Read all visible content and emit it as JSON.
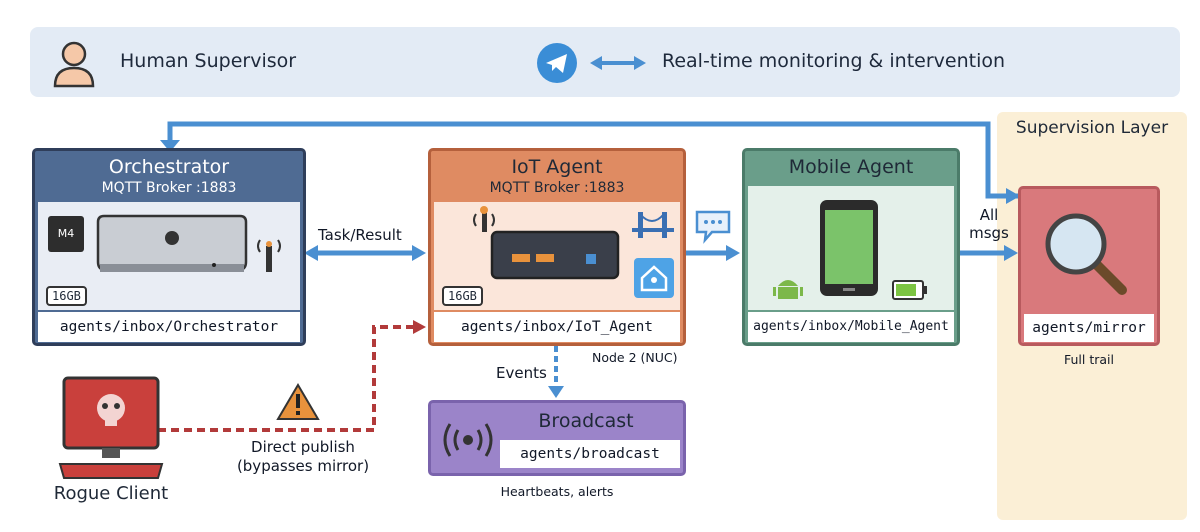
{
  "supervisor": {
    "label": "Human Supervisor",
    "channel_label": "Real-time monitoring & intervention"
  },
  "supervision_layer": {
    "title": "Supervision Layer"
  },
  "orchestrator": {
    "title": "Orchestrator",
    "subtitle": "MQTT Broker :1883",
    "chip": "M4",
    "ram": "16GB",
    "topic": "agents/inbox/Orchestrator"
  },
  "iot_agent": {
    "title": "IoT Agent",
    "subtitle": "MQTT Broker :1883",
    "ram": "16GB",
    "topic": "agents/inbox/IoT_Agent",
    "node_note": "Node 2 (NUC)"
  },
  "mobile_agent": {
    "title": "Mobile Agent",
    "topic": "agents/inbox/Mobile_Agent"
  },
  "mirror": {
    "topic": "agents/mirror",
    "note": "Full trail"
  },
  "broadcast": {
    "title": "Broadcast",
    "topic": "agents/broadcast",
    "note": "Heartbeats, alerts"
  },
  "rogue": {
    "label": "Rogue Client",
    "arrow_label_1": "Direct publish",
    "arrow_label_2": "(bypasses mirror)"
  },
  "edges": {
    "task_result": "Task/Result",
    "events": "Events",
    "all_msgs_1": "All",
    "all_msgs_2": "msgs"
  },
  "colors": {
    "orchestrator": "#4f6b93",
    "iot": "#df8b62",
    "mobile": "#6a9e8a",
    "mirror": "#d9797c",
    "broadcast": "#9b84c9",
    "arrow": "#4a8fd1",
    "rogue_arrow": "#b23a3a"
  }
}
